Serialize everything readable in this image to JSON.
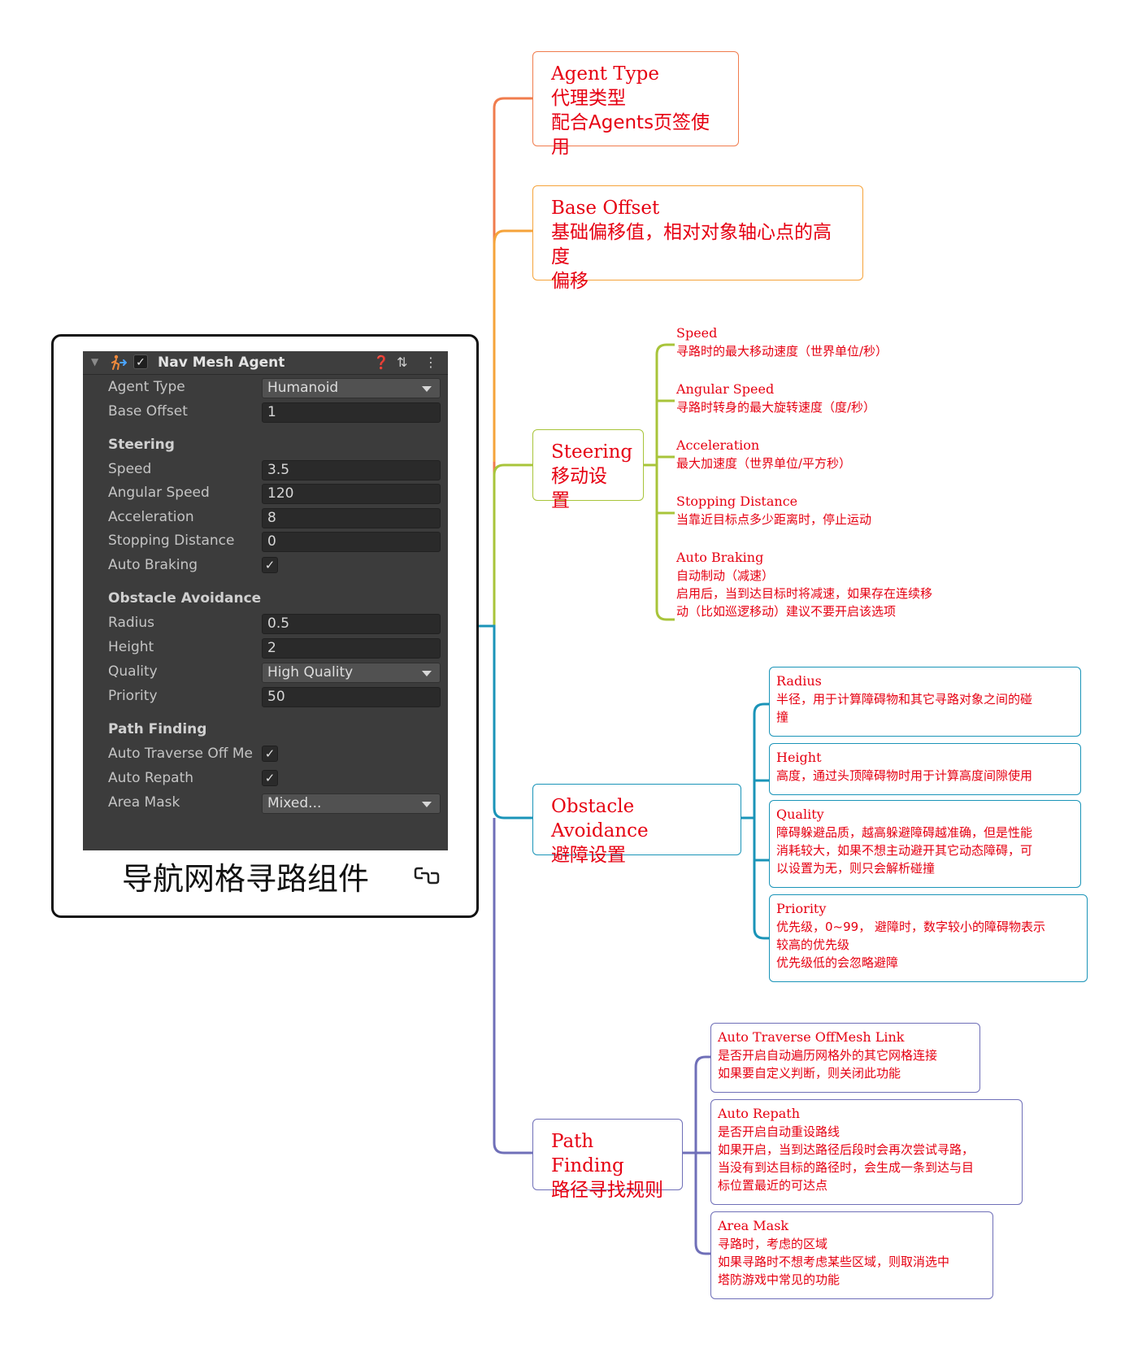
{
  "root": {
    "caption": "导航网格寻路组件",
    "inspector": {
      "title": "Nav Mesh Agent",
      "rows": {
        "agent_type": {
          "label": "Agent Type",
          "value": "Humanoid"
        },
        "base_offset": {
          "label": "Base Offset",
          "value": "1"
        },
        "steering_header": "Steering",
        "speed": {
          "label": "Speed",
          "value": "3.5"
        },
        "angular_speed": {
          "label": "Angular Speed",
          "value": "120"
        },
        "acceleration": {
          "label": "Acceleration",
          "value": "8"
        },
        "stopping_distance": {
          "label": "Stopping Distance",
          "value": "0"
        },
        "auto_braking": {
          "label": "Auto Braking",
          "checked": true
        },
        "obstacle_header": "Obstacle Avoidance",
        "radius": {
          "label": "Radius",
          "value": "0.5"
        },
        "height": {
          "label": "Height",
          "value": "2"
        },
        "quality": {
          "label": "Quality",
          "value": "High Quality"
        },
        "priority": {
          "label": "Priority",
          "value": "50"
        },
        "path_header": "Path Finding",
        "auto_traverse": {
          "label": "Auto Traverse Off Me",
          "checked": true
        },
        "auto_repath": {
          "label": "Auto Repath",
          "checked": true
        },
        "area_mask": {
          "label": "Area Mask",
          "value": "Mixed..."
        }
      }
    }
  },
  "colors": {
    "agent_type": "#f07c4d",
    "base_offset": "#f5a33a",
    "steering": "#a8c43a",
    "obstacle": "#1a94b8",
    "path": "#6f6fb8",
    "text": "#e60012"
  },
  "branches": {
    "agent_type": {
      "title": "Agent Type",
      "lines": [
        "代理类型",
        "配合Agents页签使用"
      ]
    },
    "base_offset": {
      "title": "Base Offset",
      "lines": [
        "基础偏移值，相对对象轴心点的高度",
        "偏移"
      ]
    },
    "steering": {
      "title": "Steering",
      "subtitle": "移动设置",
      "children": [
        {
          "title": "Speed",
          "lines": [
            "寻路时的最大移动速度（世界单位/秒）"
          ]
        },
        {
          "title": "Angular Speed",
          "lines": [
            "寻路时转身的最大旋转速度（度/秒）"
          ]
        },
        {
          "title": "Acceleration",
          "lines": [
            "最大加速度（世界单位/平方秒）"
          ]
        },
        {
          "title": "Stopping Distance",
          "lines": [
            "当靠近目标点多少距离时，停止运动"
          ]
        },
        {
          "title": "Auto Braking",
          "lines": [
            "自动制动（减速）",
            "启用后，当到达目标时将减速，如果存在连续移",
            "动（比如巡逻移动）建议不要开启该选项"
          ]
        }
      ]
    },
    "obstacle": {
      "title": "Obstacle Avoidance",
      "subtitle": "避障设置",
      "children": [
        {
          "title": "Radius",
          "lines": [
            "半径，用于计算障碍物和其它寻路对象之间的碰",
            "撞"
          ]
        },
        {
          "title": "Height",
          "lines": [
            "高度，通过头顶障碍物时用于计算高度间隙使用"
          ]
        },
        {
          "title": "Quality",
          "lines": [
            "障碍躲避品质，越高躲避障碍越准确，但是性能",
            "消耗较大，如果不想主动避开其它动态障碍，可",
            "以设置为无，则只会解析碰撞"
          ]
        },
        {
          "title": "Priority",
          "lines": [
            "优先级，0~99， 避障时，数字较小的障碍物表示",
            "较高的优先级",
            "优先级低的会忽略避障"
          ]
        }
      ]
    },
    "path": {
      "title": "Path Finding",
      "subtitle": "路径寻找规则",
      "children": [
        {
          "title": "Auto Traverse OffMesh Link",
          "lines": [
            "是否开启自动遍历网格外的其它网格连接",
            "如果要自定义判断，则关闭此功能"
          ]
        },
        {
          "title": "Auto Repath",
          "lines": [
            "是否开启自动重设路线",
            "如果开启，当到达路径后段时会再次尝试寻路，",
            "当没有到达目标的路径时，会生成一条到达与目",
            "标位置最近的可达点"
          ]
        },
        {
          "title": "Area Mask",
          "lines": [
            "寻路时，考虑的区域",
            "如果寻路时不想考虑某些区域，则取消选中",
            "塔防游戏中常见的功能"
          ]
        }
      ]
    }
  }
}
